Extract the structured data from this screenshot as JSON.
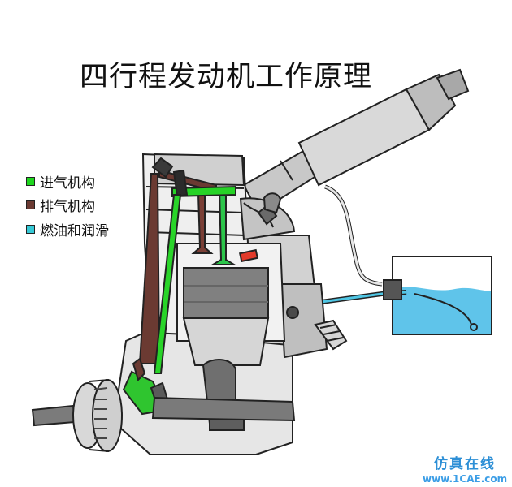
{
  "title": "四行程发动机工作原理",
  "legend": [
    {
      "label": "进气机构",
      "color": "#1ed61e"
    },
    {
      "label": "排气机构",
      "color": "#6b3a32"
    },
    {
      "label": "燃油和润滑",
      "color": "#36c9d6"
    }
  ],
  "watermark": {
    "text": "仿真在线",
    "site": "www.1CAE.com"
  }
}
